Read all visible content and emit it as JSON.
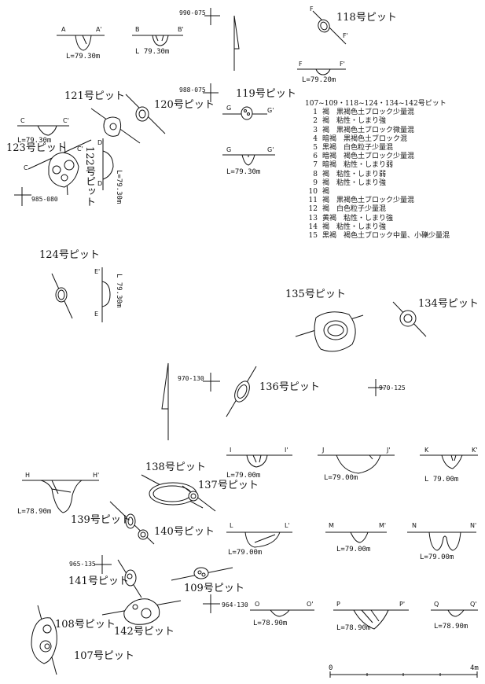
{
  "pits": {
    "p118": "118号ピット",
    "p119": "119号ピット",
    "p120": "120号ピット",
    "p121": "121号ピット",
    "p122": "122号ピット",
    "p123": "123号ピット",
    "p124": "124号ピット",
    "p134": "134号ピット",
    "p135": "135号ピット",
    "p136": "136号ピット",
    "p137": "137号ピット",
    "p138": "138号ピット",
    "p139": "139号ピット",
    "p140": "140号ピット",
    "p141": "141号ピット",
    "p142": "142号ピット",
    "p107": "107号ピット",
    "p108": "108号ピット",
    "p109": "109号ピット"
  },
  "grid_points": {
    "g990": "990-075",
    "g988": "988-075",
    "g985": "985-080",
    "g970_130": "970-130",
    "g970_125": "970-125",
    "g965": "965-135",
    "g964": "964-130"
  },
  "elevations": {
    "A": "L=79.30m",
    "B": "L 79.30m",
    "F": "L=79.20m",
    "C": "L=79.30m",
    "G": "L=79.30m",
    "D": "L=79.30m",
    "E": "L 79.30m",
    "H": "L=78.90m",
    "I": "L=79.00m",
    "J": "L=79.00m",
    "K": "L 79.00m",
    "L": "L=79.00m",
    "M": "L=79.00m",
    "N": "L=79.00m",
    "O": "L=78.90m",
    "P": "L=78.90m",
    "Q": "L=78.90m"
  },
  "sections": {
    "A": "A",
    "A2": "A'",
    "B": "B",
    "B2": "B'",
    "C": "C",
    "C2": "C'",
    "D": "D",
    "D2": "D'",
    "E": "E",
    "E2": "E'",
    "F": "F",
    "F2": "F'",
    "G": "G",
    "G2": "G'",
    "H": "H",
    "H2": "H'",
    "I": "I",
    "I2": "I'",
    "J": "J",
    "J2": "J'",
    "K": "K",
    "K2": "K'",
    "L": "L",
    "L2": "L'",
    "M": "M",
    "M2": "M'",
    "N": "N",
    "N2": "N'",
    "O": "O",
    "O2": "O'",
    "P": "P",
    "P2": "P'",
    "Q": "Q",
    "Q2": "Q'"
  },
  "legend": {
    "title": "107~109・118~124・134~142号ピット",
    "items": [
      {
        "num": "1",
        "text": "褐　黒褐色土ブロック少量混"
      },
      {
        "num": "2",
        "text": "褐　粘性・しまり強"
      },
      {
        "num": "3",
        "text": "褐　黒褐色土ブロック微量混"
      },
      {
        "num": "4",
        "text": "暗褐　黒褐色土ブロック混"
      },
      {
        "num": "5",
        "text": "黒褐　白色粒子少量混"
      },
      {
        "num": "6",
        "text": "暗褐　褐色土ブロック少量混"
      },
      {
        "num": "7",
        "text": "暗褐　粘性・しまり弱"
      },
      {
        "num": "8",
        "text": "褐　粘性・しまり弱"
      },
      {
        "num": "9",
        "text": "褐　粘性・しまり強"
      },
      {
        "num": "10",
        "text": "褐"
      },
      {
        "num": "11",
        "text": "褐　黒褐色土ブロック少量混"
      },
      {
        "num": "12",
        "text": "褐　白色粒子少量混"
      },
      {
        "num": "13",
        "text": "黄褐　粘性・しまり強"
      },
      {
        "num": "14",
        "text": "褐　粘性・しまり強"
      },
      {
        "num": "15",
        "text": "黒褐　褐色土ブロック中量、小礫少量混"
      }
    ]
  },
  "scale": {
    "zero": "0",
    "max": "4m"
  }
}
